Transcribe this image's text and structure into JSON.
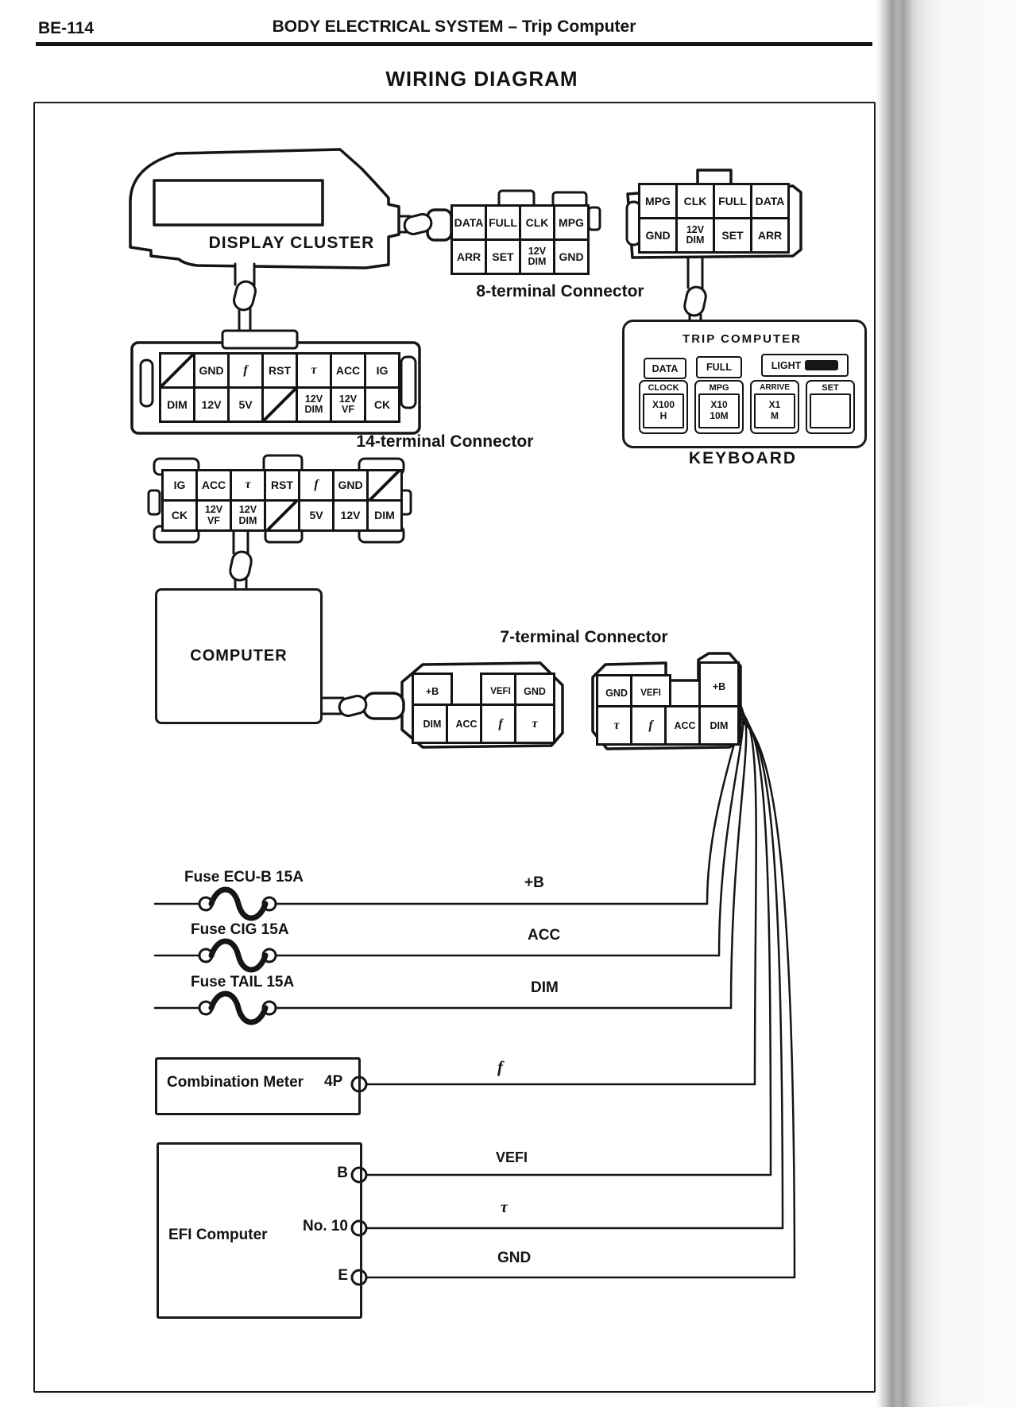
{
  "header": {
    "page_code": "BE-114",
    "section_title": "BODY ELECTRICAL SYSTEM – Trip Computer",
    "diagram_title": "WIRING DIAGRAM"
  },
  "display_cluster": {
    "label": "DISPLAY CLUSTER"
  },
  "connectors": {
    "c8": {
      "caption": "8-terminal Connector",
      "left": {
        "r1": [
          "DATA",
          "FULL",
          "CLK",
          "MPG"
        ],
        "r2": [
          "ARR",
          "SET",
          "12V\nDIM",
          "GND"
        ]
      },
      "right": {
        "r1": [
          "MPG",
          "CLK",
          "FULL",
          "DATA"
        ],
        "r2": [
          "GND",
          "12V\nDIM",
          "SET",
          "ARR"
        ]
      }
    },
    "c14": {
      "caption": "14-terminal Connector",
      "upper": {
        "r1": [
          "",
          "GND",
          "f",
          "RST",
          "τ",
          "ACC",
          "IG"
        ],
        "r2": [
          "DIM",
          "12V",
          "5V",
          "",
          "12V\nDIM",
          "12V\nVF",
          "CK"
        ]
      },
      "lower": {
        "r1": [
          "IG",
          "ACC",
          "τ",
          "RST",
          "f",
          "GND",
          ""
        ],
        "r2": [
          "CK",
          "12V\nVF",
          "12V\nDIM",
          "",
          "5V",
          "12V",
          "DIM"
        ]
      }
    },
    "c7": {
      "caption": "7-terminal Connector",
      "left": {
        "r1": [
          "+B",
          "VEFI",
          "GND"
        ],
        "r2": [
          "DIM",
          "ACC",
          "f",
          "τ"
        ]
      },
      "right": {
        "r1": [
          "GND",
          "VEFI",
          "+B"
        ],
        "r2": [
          "τ",
          "f",
          "ACC",
          "DIM"
        ]
      }
    }
  },
  "keyboard": {
    "caption": "KEYBOARD",
    "panel_title": "TRIP COMPUTER",
    "buttons": [
      "DATA",
      "FULL",
      "LIGHT"
    ],
    "keys": [
      {
        "label": "CLOCK",
        "line1": "X100",
        "line2": "H"
      },
      {
        "label": "MPG",
        "line1": "X10",
        "line2": "10M"
      },
      {
        "label": "ARRIVE",
        "line1": "X1",
        "line2": "M"
      },
      {
        "label": "SET",
        "line1": "",
        "line2": ""
      }
    ]
  },
  "computer": {
    "label": "COMPUTER"
  },
  "fuses": [
    {
      "label": "Fuse ECU-B 15A"
    },
    {
      "label": "Fuse CIG 15A"
    },
    {
      "label": "Fuse TAIL 15A"
    }
  ],
  "wires": {
    "b_plus": "+B",
    "acc": "ACC",
    "dim": "DIM",
    "f": "f",
    "vefi": "VEFI",
    "tau": "τ",
    "gnd": "GND"
  },
  "combination_meter": {
    "label": "Combination Meter",
    "pin": "4P"
  },
  "efi_computer": {
    "label": "EFI Computer",
    "pins": [
      "B",
      "No. 10",
      "E"
    ]
  }
}
